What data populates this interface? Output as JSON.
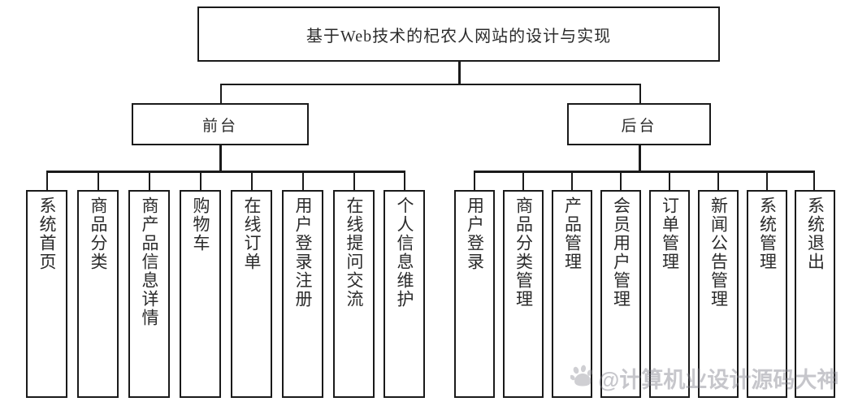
{
  "diagram": {
    "title": "基于Web技术的杞农人网站的设计与实现",
    "level2": [
      {
        "label": "前台"
      },
      {
        "label": "后台"
      }
    ],
    "frontend_leaves": [
      {
        "label": "系统首页"
      },
      {
        "label": "商品分类"
      },
      {
        "label": "商产品信息详情"
      },
      {
        "label": "购物车"
      },
      {
        "label": "在线订单"
      },
      {
        "label": "用户登录注册"
      },
      {
        "label": "在线提问交流"
      },
      {
        "label": "个人信息维护"
      }
    ],
    "backend_leaves": [
      {
        "label": "用户登录"
      },
      {
        "label": "商品分类管理"
      },
      {
        "label": "产品管理"
      },
      {
        "label": "会员用户管理"
      },
      {
        "label": "订单管理"
      },
      {
        "label": "新闻公告管理"
      },
      {
        "label": "系统管理"
      },
      {
        "label": "系统退出"
      }
    ]
  },
  "watermark": {
    "text": "@计算机业设计源码大神",
    "icon": "baidu-paw-icon"
  },
  "colors": {
    "stroke": "#1a1a1a",
    "text": "#2b2b2b",
    "background": "#ffffff",
    "watermark": "rgba(120,120,130,0.42)"
  }
}
